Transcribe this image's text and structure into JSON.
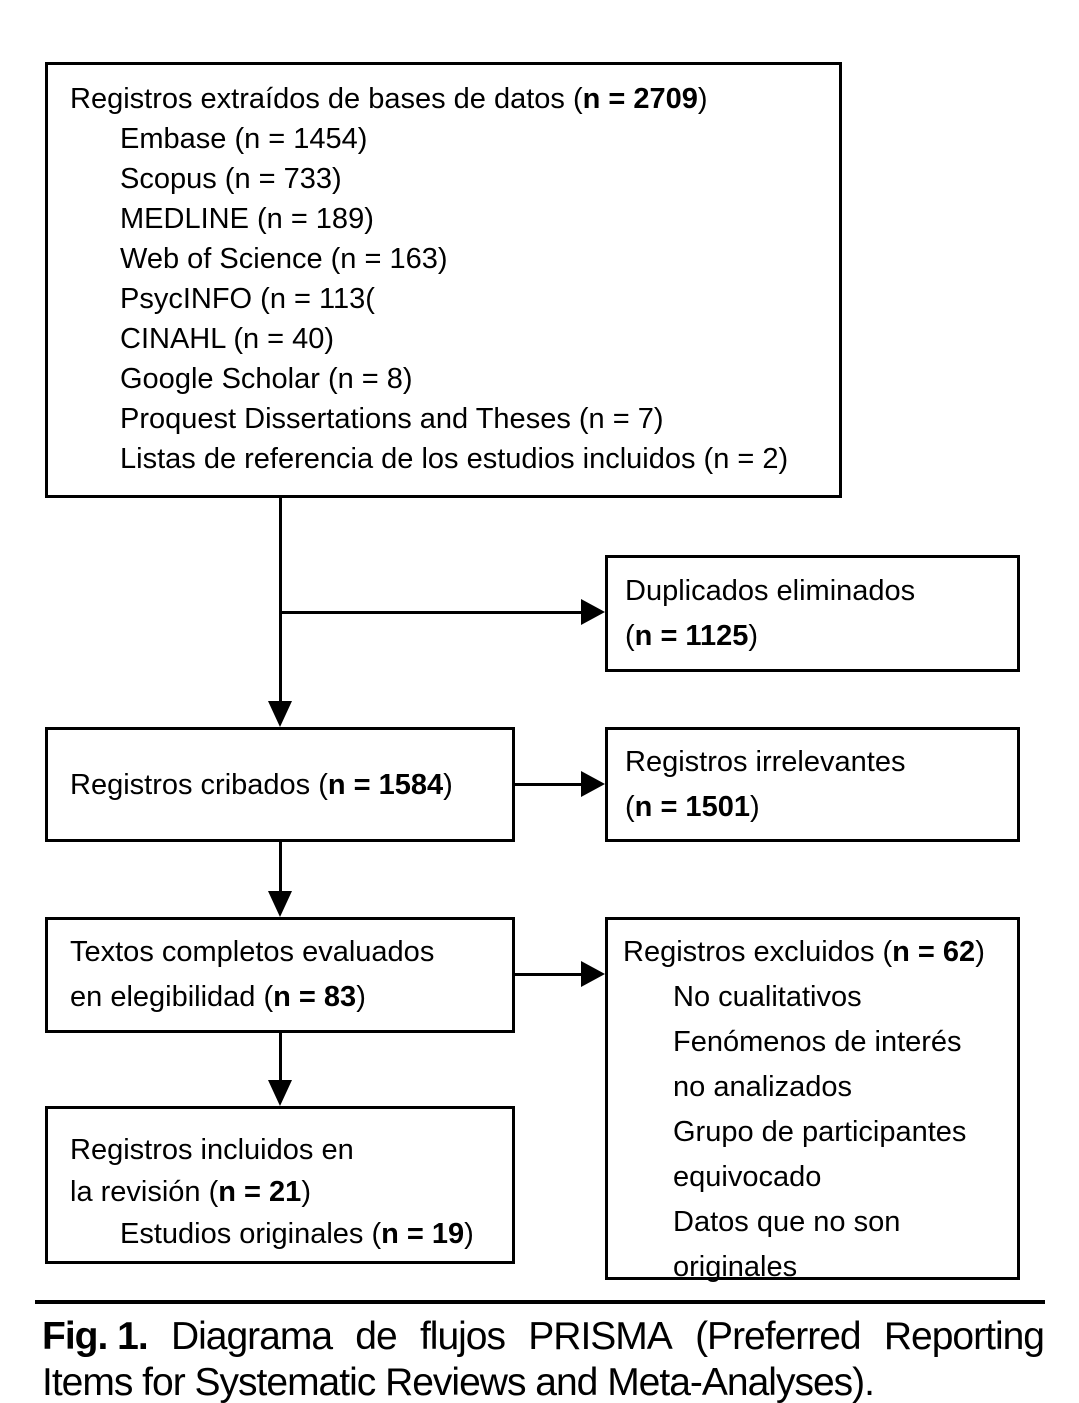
{
  "colors": {
    "ink": "#000000",
    "background": "#ffffff"
  },
  "boxes": {
    "records_identified": {
      "title": {
        "pre": "Registros extraídos de bases de datos (",
        "bold": "n = 2709",
        "post": ")"
      },
      "items": [
        "Embase (n = 1454)",
        "Scopus (n = 733)",
        "MEDLINE (n = 189)",
        "Web of Science (n = 163)",
        "PsycINFO (n = 113(",
        "CINAHL (n = 40)",
        "Google Scholar (n = 8)",
        "Proquest Dissertations and Theses (n = 7)",
        "Listas de referencia de los estudios incluidos (n = 2)"
      ]
    },
    "duplicates_removed": {
      "line1": "Duplicados eliminados",
      "line2": {
        "pre": "(",
        "bold": "n = 1125",
        "post": ")"
      }
    },
    "records_screened": {
      "line1": {
        "pre": "Registros cribados (",
        "bold": "n = 1584",
        "post": ")"
      }
    },
    "records_irrelevant": {
      "line1": "Registros irrelevantes",
      "line2": {
        "pre": "(",
        "bold": "n = 1501",
        "post": ")"
      }
    },
    "fulltext_assessed": {
      "line1": "Textos completos evaluados",
      "line2": {
        "pre": "en elegibilidad (",
        "bold": "n = 83",
        "post": ")"
      }
    },
    "records_excluded": {
      "title": {
        "pre": "Registros excluidos (",
        "bold": "n = 62",
        "post": ")"
      },
      "items": [
        "No cualitativos",
        "Fenómenos de interés",
        "no analizados",
        "Grupo de participantes",
        "equivocado",
        "Datos que no son",
        "originales"
      ]
    },
    "records_included": {
      "line1": "Registros incluidos en",
      "line2": {
        "pre": "la revisión (",
        "bold": "n = 21",
        "post": ")"
      },
      "line3": {
        "pre": "Estudios originales (",
        "bold": "n = 19",
        "post": ")"
      }
    }
  },
  "caption": {
    "line1": {
      "bold": "Fig. 1.",
      "w1": "Diagrama",
      "w2": "de",
      "w3": "flujos",
      "w4": "PRISMA",
      "w5": "(Preferred",
      "w6": "Reporting"
    },
    "line2": "Items for Systematic Reviews and Meta-Analyses)."
  }
}
